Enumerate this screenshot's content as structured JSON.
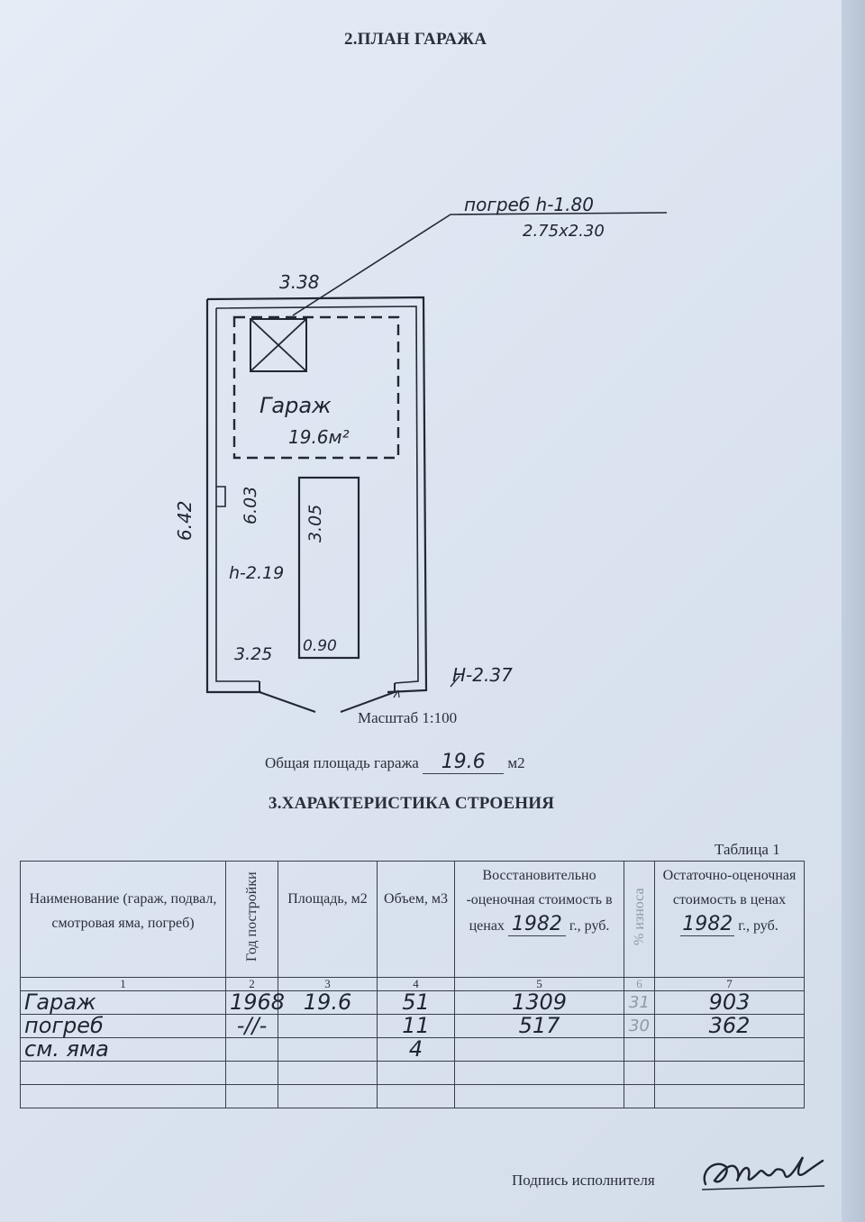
{
  "headings": {
    "plan": "2.ПЛАН ГАРАЖА",
    "characteristics": "3.ХАРАКТЕРИСТИКА СТРОЕНИЯ"
  },
  "plan": {
    "cellar_label": "погреб h-1.80",
    "cellar_size": "2.75x2.30",
    "width_top": "3.38",
    "outer_length": "6.42",
    "inner_length": "6.03",
    "pit_length": "3.05",
    "inner_height": "h-2.19",
    "inner_width": "3.25",
    "pit_width": "0.90",
    "outer_height": "H-2.37",
    "room_name": "Гараж",
    "room_area": "19.6м²",
    "scale": "Масштаб 1:100"
  },
  "area": {
    "label": "Общая площадь гаража",
    "value": "19.6",
    "unit": "м2"
  },
  "table": {
    "caption": "Таблица 1",
    "headers": {
      "name": "Наименование (гараж, подвал, смотровая яма, погреб)",
      "year": "Год постройки",
      "area": "Площадь, м2",
      "volume": "Объем, м3",
      "restoration_pre": "Восстановительно -оценочная стоимость в ценах",
      "restoration_year": "1982",
      "restoration_post": "г., руб.",
      "wear": "% износа",
      "residual_pre": "Остаточно-оценочная стоимость в ценах",
      "residual_year": "1982",
      "residual_post": "г., руб."
    },
    "column_numbers": [
      "1",
      "2",
      "3",
      "4",
      "5",
      "6",
      "7"
    ],
    "rows": [
      {
        "name": "Гараж",
        "year": "1968",
        "area": "19.6",
        "volume": "51",
        "restoration": "1309",
        "wear": "31",
        "residual": "903"
      },
      {
        "name": "погреб",
        "year": "-//-",
        "area": "",
        "volume": "11",
        "restoration": "517",
        "wear": "30",
        "residual": "362"
      },
      {
        "name": "см. яма",
        "year": "",
        "area": "",
        "volume": "4",
        "restoration": "",
        "wear": "",
        "residual": ""
      },
      {
        "name": "",
        "year": "",
        "area": "",
        "volume": "",
        "restoration": "",
        "wear": "",
        "residual": ""
      },
      {
        "name": "",
        "year": "",
        "area": "",
        "volume": "",
        "restoration": "",
        "wear": "",
        "residual": ""
      }
    ]
  },
  "signature": {
    "label": "Подпись исполнителя",
    "text": "Исаев"
  }
}
